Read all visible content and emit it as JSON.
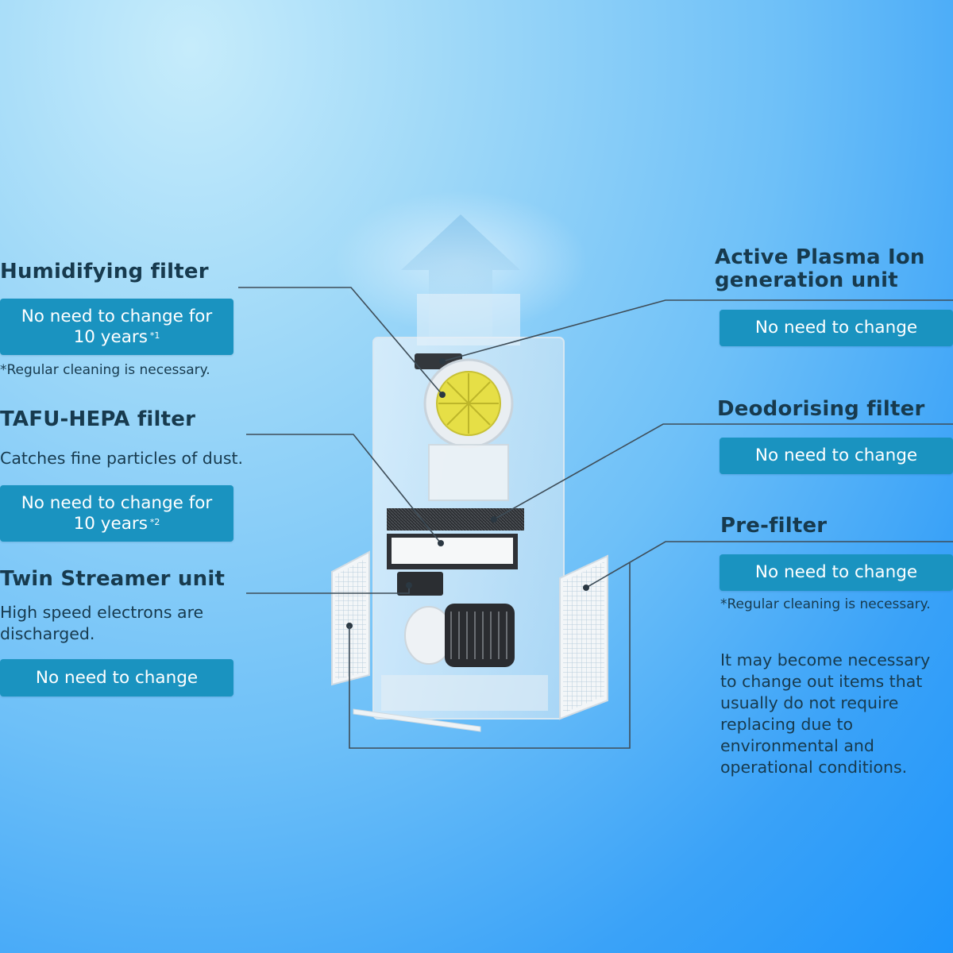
{
  "left": {
    "humidifying": {
      "title": "Humidifying filter",
      "pill_line1": "No need to change for",
      "pill_line2": "10 years",
      "pill_mark": "*1",
      "note": "*Regular cleaning is necessary."
    },
    "tafu": {
      "title": "TAFU-HEPA filter",
      "desc": "Catches fine particles of dust.",
      "pill_line1": "No need to change for",
      "pill_line2": "10 years",
      "pill_mark": "*2"
    },
    "streamer": {
      "title": "Twin Streamer unit",
      "desc_line1": "High speed electrons are",
      "desc_line2": "discharged.",
      "pill": "No need to change"
    }
  },
  "right": {
    "plasma": {
      "title_line1": "Active Plasma Ion",
      "title_line2": "generation unit",
      "pill": "No need to change"
    },
    "deodorising": {
      "title": "Deodorising filter",
      "pill": "No need to change"
    },
    "prefilter": {
      "title": "Pre-filter",
      "pill": "No need to change",
      "note": "*Regular cleaning is necessary."
    },
    "disclaimer": [
      "It may become necessary",
      "to change out items that",
      "usually do not require",
      "replacing due to",
      "environmental and",
      "operational conditions."
    ]
  },
  "colors": {
    "pill": "#1a93c0",
    "text": "#173a4e",
    "leader": "#4a5a66"
  }
}
